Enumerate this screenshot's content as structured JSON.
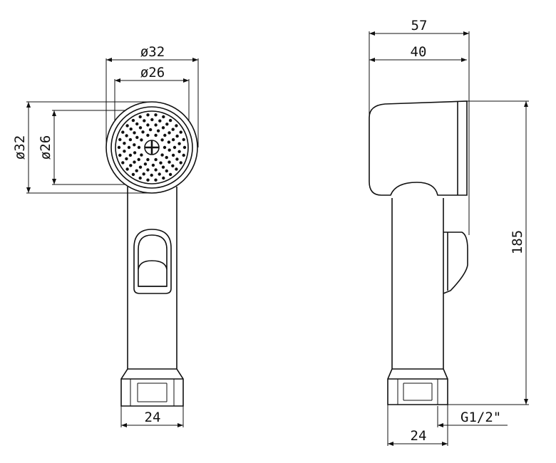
{
  "front_view": {
    "dim_outer_dia_top": "ø32",
    "dim_inner_dia_top": "ø26",
    "dim_outer_dia_side": "ø32",
    "dim_inner_dia_side": "ø26",
    "dim_bottom_width": "24"
  },
  "side_view": {
    "dim_total_depth": "57",
    "dim_head_depth": "40",
    "dim_height": "185",
    "dim_thread": "G1/2\"",
    "dim_bottom_width": "24"
  }
}
